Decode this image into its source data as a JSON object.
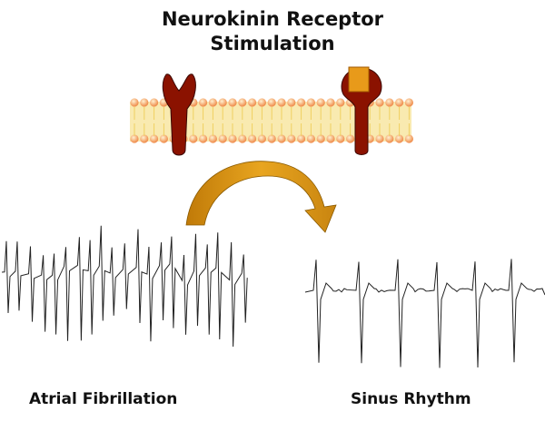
{
  "title_line1": "Neurokinin Receptor",
  "title_line2": "Stimulation",
  "left_label": "Atrial Fibrillation",
  "right_label": "Sinus Rhythm",
  "colors": {
    "receptor": "#8b1200",
    "ligand": "#e89a1a",
    "arrow": "#d08a10",
    "membrane": "#f7e6a0",
    "lipid_head": "#f0a060"
  }
}
